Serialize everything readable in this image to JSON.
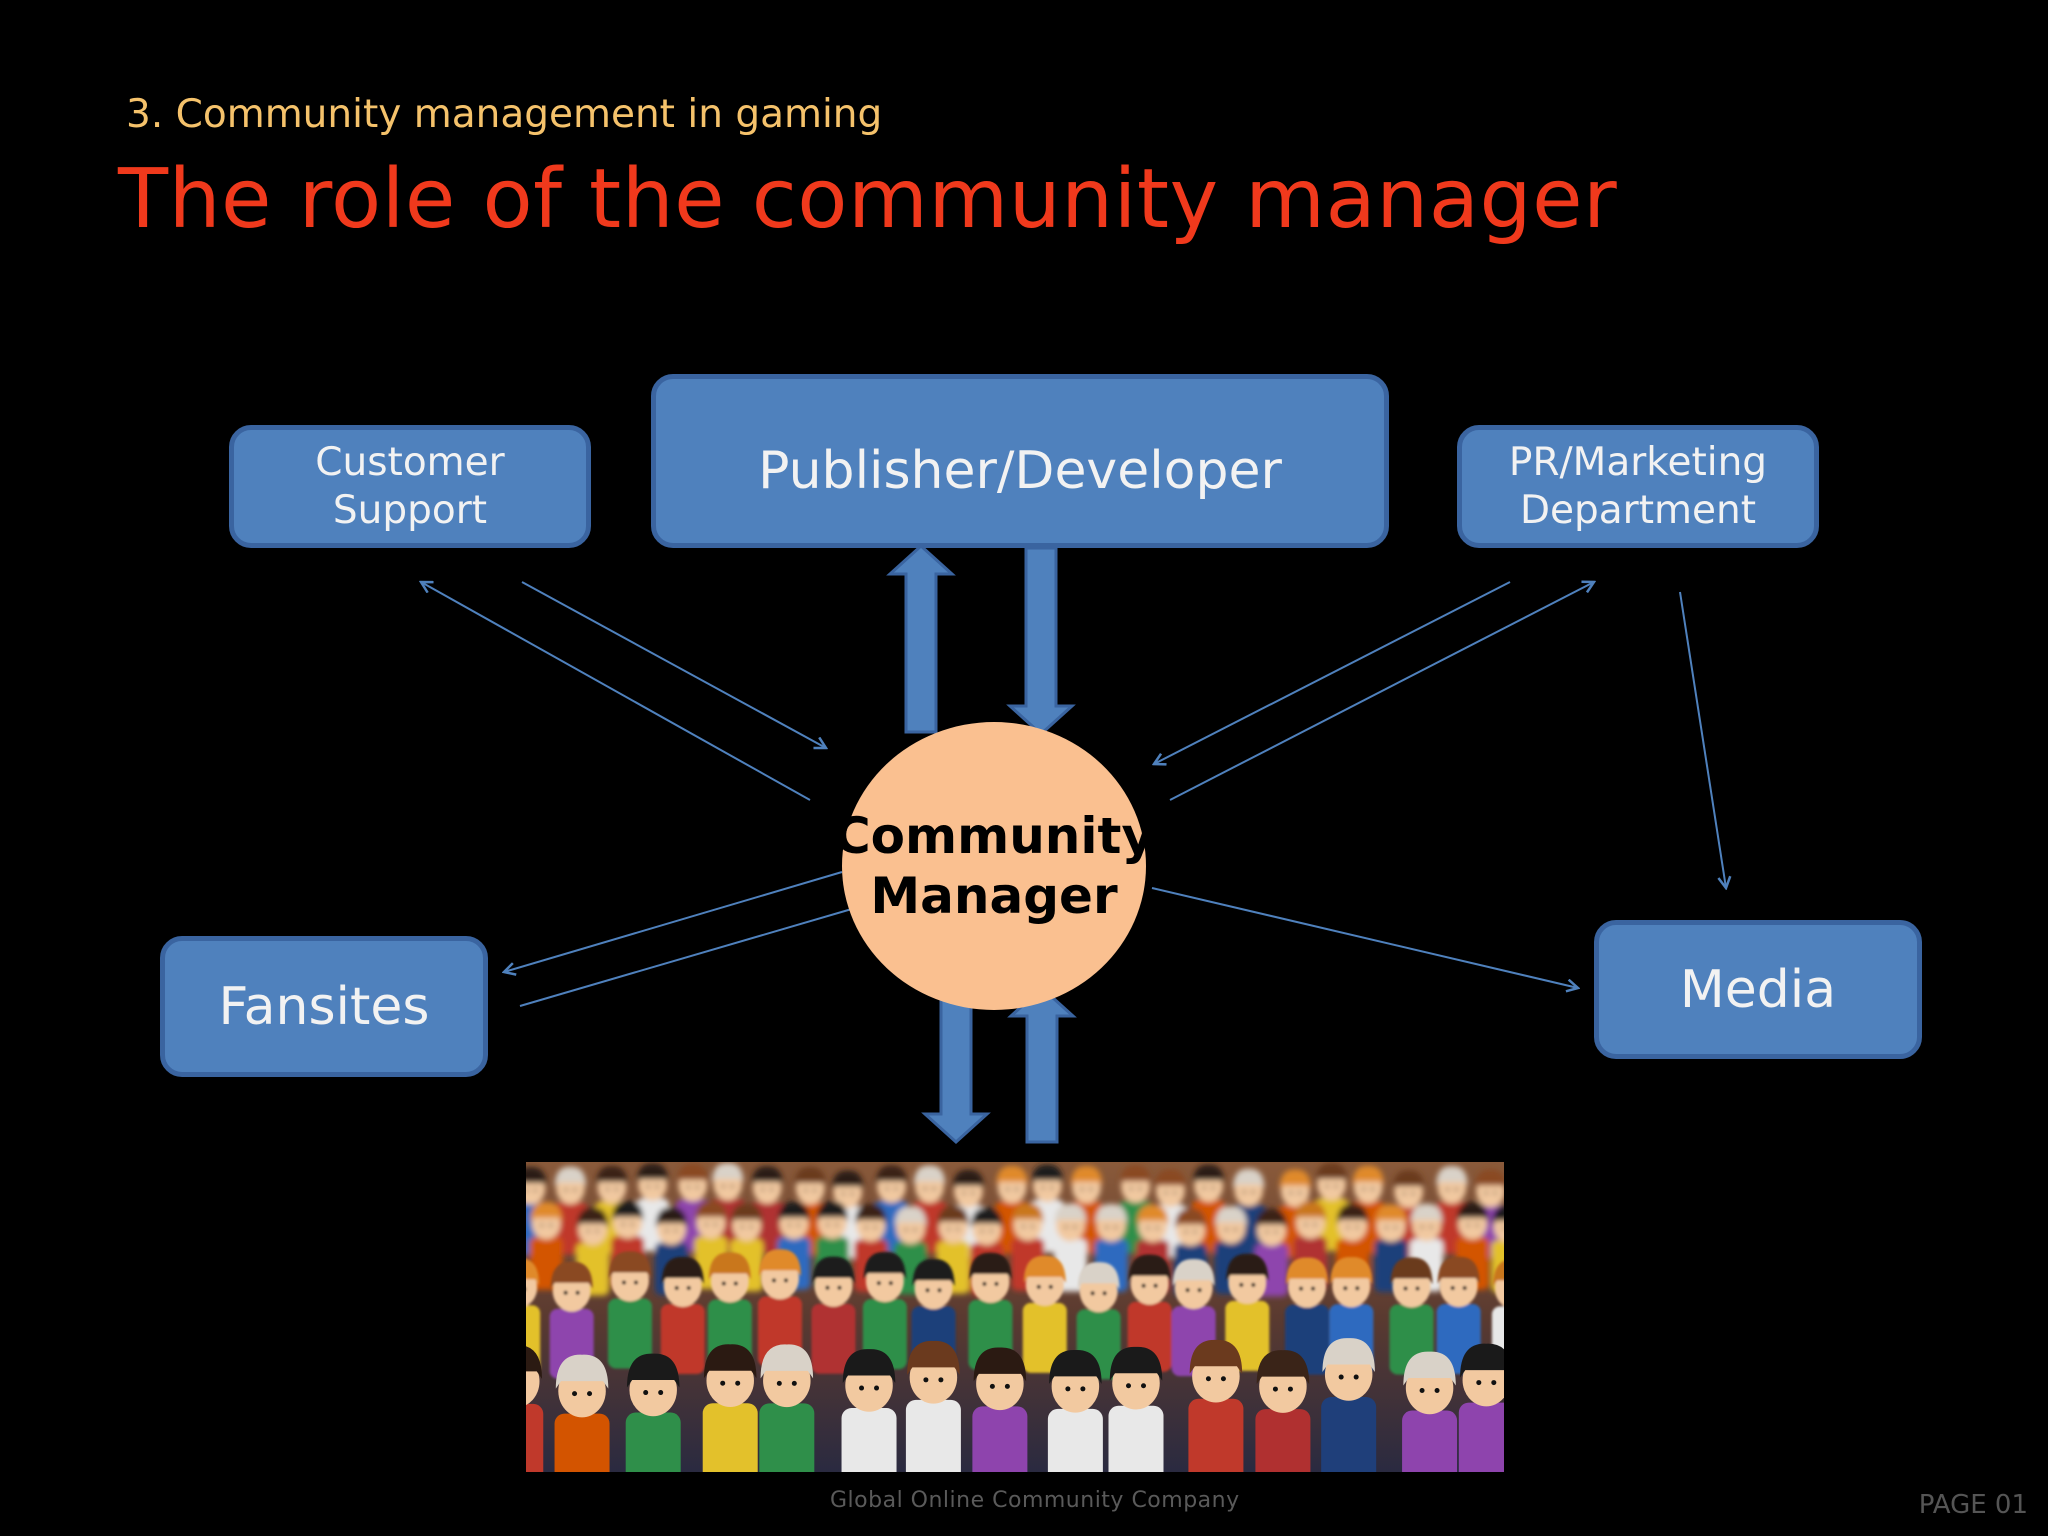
{
  "slide": {
    "section": "3. Community management in gaming",
    "title": "The role of the community manager"
  },
  "diagram": {
    "center": {
      "line1": "Community",
      "line2": "Manager"
    },
    "nodes": {
      "customer_support": {
        "line1": "Customer",
        "line2": "Support"
      },
      "publisher": "Publisher/Developer",
      "pr_marketing": {
        "line1": "PR/Marketing",
        "line2": "Department"
      },
      "fansites": "Fansites",
      "media": "Media"
    }
  },
  "footer": {
    "company": "Global Online Community Company",
    "page": "PAGE 01"
  },
  "colors": {
    "node_fill": "#4F81BD",
    "node_border": "#3A64A0",
    "center_fill": "#FAC090",
    "title": "#F0391C",
    "subtitle": "#F5C26B"
  }
}
